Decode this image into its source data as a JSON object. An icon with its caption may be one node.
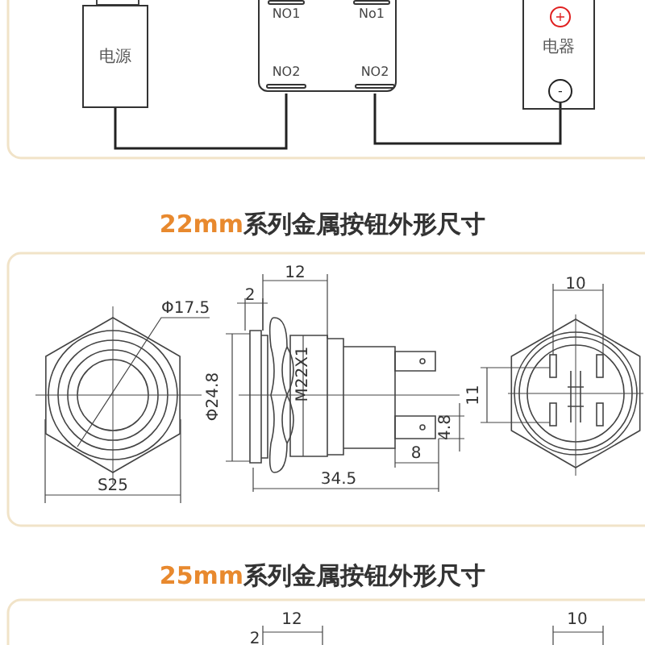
{
  "diagram": {
    "title": "22mm系列金属按钮外形尺寸",
    "nodes": [
      {
        "text": [
          "电源"
        ]
      },
      {
        "text": [],
        "shape": "box"
      },
      {
        "text": [
          "NO1"
        ],
        "in": 1
      },
      {
        "text": [
          "No1"
        ],
        "in": 1
      },
      {
        "text": [
          "NO2"
        ],
        "in": 1
      },
      {
        "text": [
          "NO2"
        ],
        "in": 1
      },
      {
        "text": [
          "电器"
        ]
      },
      {
        "text": [
          "+"
        ],
        "in": 6
      },
      {
        "text": [
          "-"
        ],
        "in": 6
      }
    ],
    "edges": [
      {
        "from": 0,
        "to": 4,
        "arrow": "none"
      },
      {
        "from": 5,
        "to": 8,
        "arrow": "none"
      }
    ],
    "labels": [
      "12",
      "2",
      "Φ17.5",
      "Φ24.8",
      "M22X1",
      "10",
      "11",
      "4.8",
      "8",
      "S25",
      "34.5",
      "25mm系列金属按钮外形尺寸",
      "12",
      "10",
      "2"
    ]
  }
}
